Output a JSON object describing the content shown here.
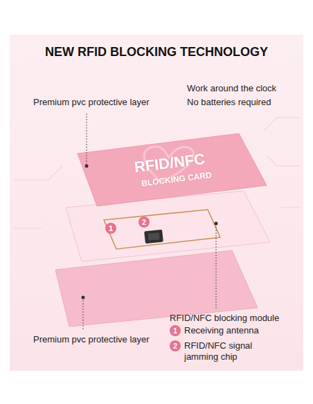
{
  "diagram": {
    "title": "NEW RFID BLOCKING TECHNOLOGY",
    "labels": [
      "Premium pvc protective layer",
      "Work around the clock",
      "No batteries required",
      "RFID/NFC",
      "BLOCKING CARD",
      "1",
      "2",
      "RFID/NFC blocking module",
      "1",
      "Receiving antenna",
      "2",
      "RFID/NFC signal jamming chip",
      "Premium pvc protective layer"
    ]
  }
}
